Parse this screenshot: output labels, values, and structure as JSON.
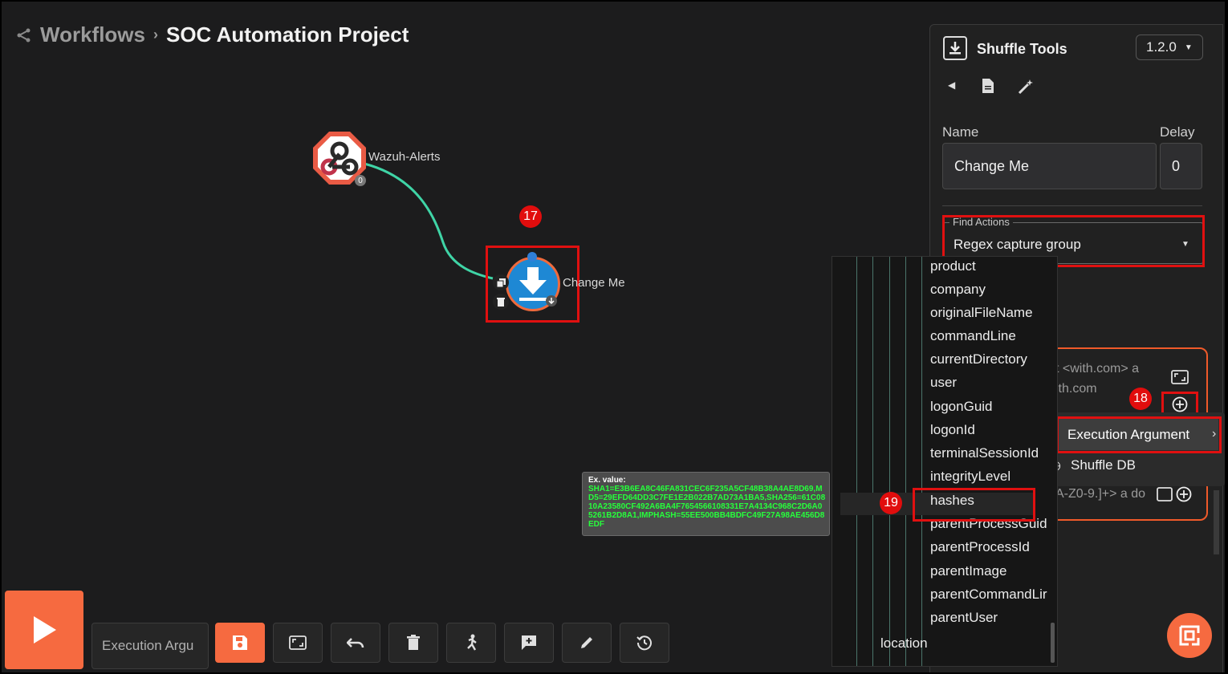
{
  "header": {
    "root": "Workflows",
    "separator": "›",
    "project": "SOC Automation Project"
  },
  "nodes": [
    {
      "name": "Wazuh-Alerts",
      "badge": "0"
    },
    {
      "name": "Change Me"
    }
  ],
  "markers": {
    "m17": "17",
    "m18": "18",
    "m19": "19"
  },
  "panel": {
    "app_title": "Shuffle Tools",
    "version": "1.2.0",
    "name_label": "Name",
    "delay_label": "Delay",
    "name_value": "Change Me",
    "delay_value": "0",
    "find_actions_label": "Find Actions",
    "action_value": "Regex capture group",
    "input_text_1": "t <with.com> a",
    "input_text_2": "ith.com",
    "input_text_3": "A-Z0-9.]+> a do"
  },
  "submenu": {
    "execution_argument": "Execution Argument",
    "shuffle_db": "Shuffle DB"
  },
  "dropdown": {
    "items": [
      "product",
      "company",
      "originalFileName",
      "commandLine",
      "currentDirectory",
      "user",
      "logonGuid",
      "logonId",
      "terminalSessionId",
      "integrityLevel",
      "hashes",
      "parentProcessGuid",
      "parentProcessId",
      "parentImage",
      "parentCommandLir",
      "parentUser"
    ],
    "footer": "location"
  },
  "tooltip": {
    "heading": "Ex. value:",
    "value": "SHA1=E3B6EA8C46FA831CEC6F235A5CF48B38A4AE8D69,MD5=29EFD64DD3C7FE1E2B022B7AD73A1BA5,SHA256=61C0810A23580CF492A6BA4F7654566108331E7A4134C968C2D6A05261B2D8A1,IMPHASH=55EE500BB4BDFC49F27A98AE456D8EDF"
  },
  "toolbar": {
    "exec_label": "Execution Argu"
  },
  "colors": {
    "accent": "#f66a40",
    "highlight": "#e01010",
    "edge": "#3fd4a6"
  }
}
